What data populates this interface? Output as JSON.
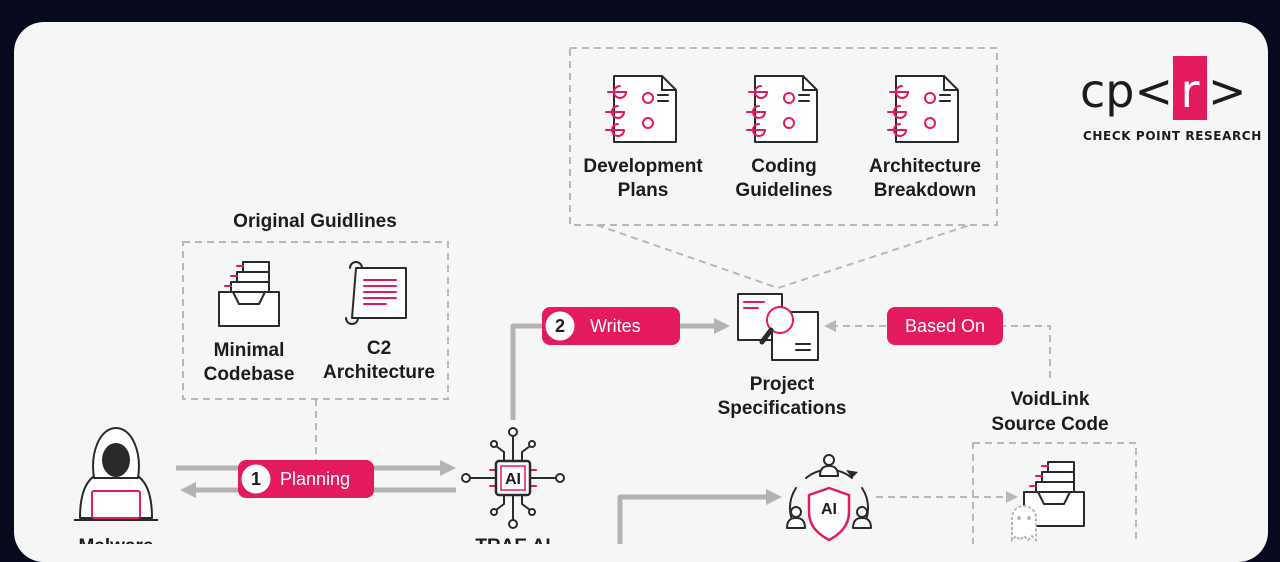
{
  "logo": {
    "mark_left": "cp<",
    "mark_box": "r",
    "mark_right": ">",
    "subtitle": "CHECK POINT RESEARCH"
  },
  "groups": {
    "original_guidelines": {
      "title": "Original Guidlines"
    },
    "voidlink": {
      "title_line1": "VoidLink",
      "title_line2": "Source Code"
    }
  },
  "documents": [
    {
      "line1": "Development",
      "line2": "Plans"
    },
    {
      "line1": "Coding",
      "line2": "Guidelines"
    },
    {
      "line1": "Architecture",
      "line2": "Breakdown"
    }
  ],
  "guideline_items": [
    {
      "line1": "Minimal",
      "line2": "Codebase"
    },
    {
      "line1": "C2",
      "line2": "Architecture"
    }
  ],
  "nodes": {
    "project_specifications": {
      "line1": "Project",
      "line2": "Specifications"
    },
    "malware_author": {
      "line1": "Malware"
    },
    "trae_ai": {
      "line1": "TRAE AI",
      "chip": "AI"
    },
    "ai_team": {
      "chip": "AI"
    }
  },
  "steps": {
    "planning": {
      "number": "1",
      "label": "Planning"
    },
    "writes": {
      "number": "2",
      "label": "Writes"
    },
    "based_on": {
      "label": "Based On"
    }
  },
  "colors": {
    "accent": "#e31a5c",
    "background": "#060a1c",
    "card": "#f6f6f6",
    "arrow": "#b3b3b3",
    "dashed": "#b8b8b8",
    "ink": "#1c1c1c"
  },
  "icons": {
    "document": "document-icon",
    "codebase": "file-stack-icon",
    "architecture": "scroll-icon",
    "specifications": "magnifier-document-icon",
    "hacker": "hooded-hacker-icon",
    "ai_chip": "ai-chip-icon",
    "ai_team": "ai-shield-team-icon",
    "source_code": "file-stack-ghost-icon"
  }
}
